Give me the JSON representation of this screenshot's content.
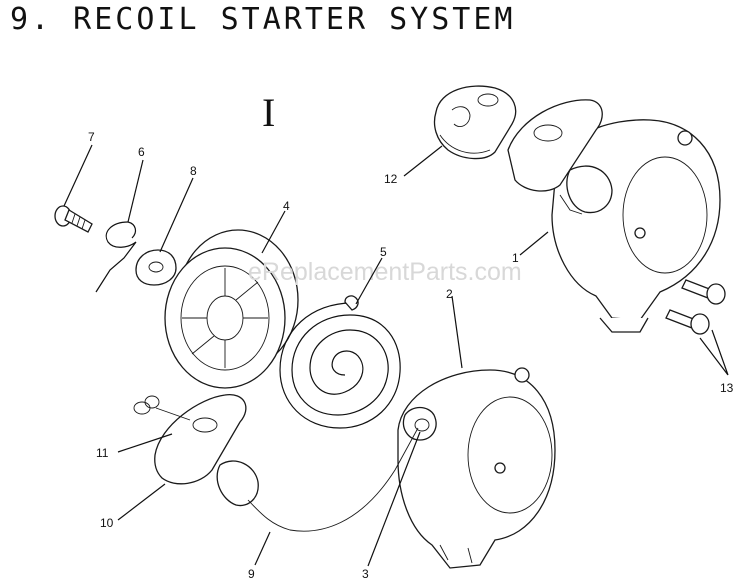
{
  "title": "9. RECOIL STARTER SYSTEM",
  "group_label": "I",
  "watermark": "eReplacementParts.com",
  "callouts": [
    "1",
    "2",
    "3",
    "4",
    "5",
    "6",
    "7",
    "8",
    "9",
    "10",
    "11",
    "12",
    "13"
  ]
}
